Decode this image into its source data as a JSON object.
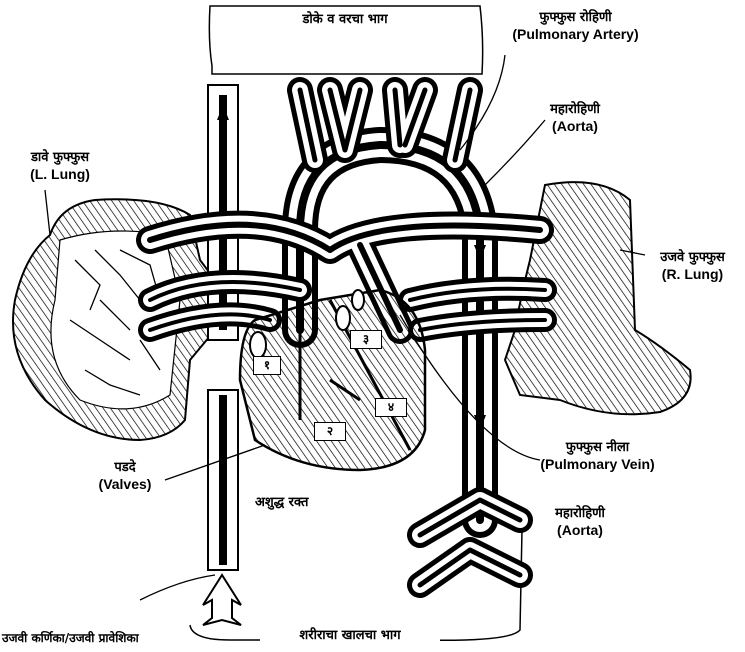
{
  "labels": {
    "top_region": "डोके व वरचा भाग",
    "pulmonary_artery_mr": "फुफ्फुस रोहिणी",
    "pulmonary_artery_en": "(Pulmonary Artery)",
    "aorta_top_mr": "महारोहिणी",
    "aorta_top_en": "(Aorta)",
    "left_lung_mr": "डावे फुफ्फुस",
    "left_lung_en": "(L. Lung)",
    "right_lung_mr": "उजवे फुफ्फुस",
    "right_lung_en": "(R. Lung)",
    "pulmonary_vein_mr": "फुफ्फुस नीला",
    "pulmonary_vein_en": "(Pulmonary Vein)",
    "valves_mr": "पडदे",
    "valves_en": "(Valves)",
    "impure_blood": "अशुद्ध रक्त",
    "aorta_bottom_mr": "महारोहिणी",
    "aorta_bottom_en": "(Aorta)",
    "right_atrium": "उजवी कर्णिका/उजवी प्रावेशिका",
    "bottom_region": "शरीराचा खालचा भाग"
  },
  "chambers": {
    "one": "१",
    "two": "२",
    "three": "३",
    "four": "४"
  }
}
